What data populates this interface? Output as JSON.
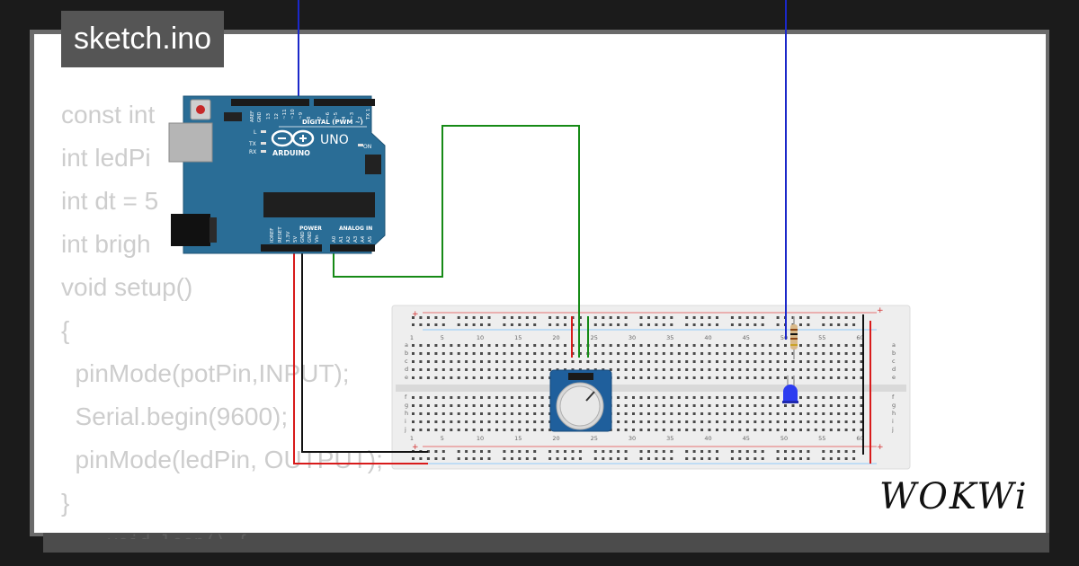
{
  "tab": {
    "title": "sketch.ino"
  },
  "code": {
    "lines": [
      "const int",
      "int ledPi",
      "int dt = 5",
      "int brigh",
      "void setup()",
      "{",
      "  pinMode(potPin,INPUT);",
      "  Serial.begin(9600);",
      "  pinMode(ledPin, OUTPUT);",
      "}"
    ]
  },
  "arduino": {
    "model": "UNO",
    "brand": "ARDUINO",
    "digital_label": "DIGITAL (PWM ~)",
    "aref": "AREF",
    "gnd": "GND",
    "pins_digital": [
      "13",
      "12",
      "~11",
      "~10",
      "~9",
      "8",
      "7",
      "~6",
      "~5",
      "4",
      "~3",
      "2",
      "TX 1",
      "RX 0"
    ],
    "led_l": "L",
    "led_tx": "TX",
    "led_rx": "RX",
    "on": "ON",
    "power_label": "POWER",
    "analog_label": "ANALOG IN",
    "pins_power": [
      "IOREF",
      "RESET",
      "3.3V",
      "5V",
      "GND",
      "GND",
      "Vin"
    ],
    "pins_analog": [
      "A0",
      "A1",
      "A2",
      "A3",
      "A4",
      "A5"
    ]
  },
  "breadboard": {
    "column_numbers": [
      "1",
      "5",
      "10",
      "15",
      "20",
      "25",
      "30",
      "35",
      "40",
      "45",
      "50",
      "55",
      "60"
    ],
    "rows_top": [
      "a",
      "b",
      "c",
      "d",
      "e"
    ],
    "rows_bottom": [
      "f",
      "g",
      "h",
      "i",
      "j"
    ],
    "plus": "+",
    "minus": "-"
  },
  "logo": {
    "text": "WOKWi"
  },
  "colors": {
    "board_blue": "#2a6d96",
    "wire_blue": "#1b28c9",
    "wire_green": "#168a16",
    "wire_red": "#d81b1b",
    "wire_black": "#111111",
    "led_blue": "#2d3cf0"
  }
}
